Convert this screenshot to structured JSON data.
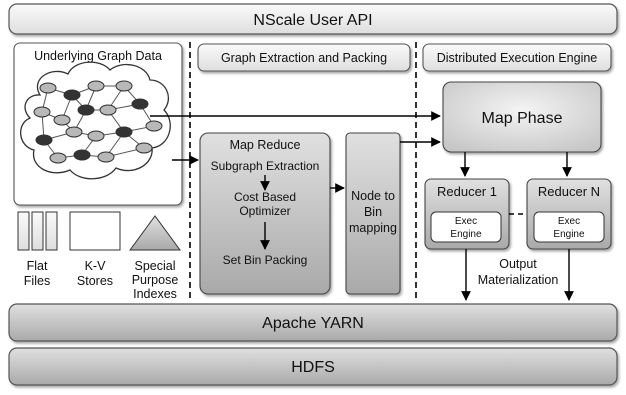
{
  "layers": {
    "top": "NScale User API",
    "yarn": "Apache YARN",
    "hdfs": "HDFS"
  },
  "sections": {
    "graph_data": "Underlying Graph Data",
    "extraction": "Graph Extraction and Packing",
    "engine": "Distributed Execution Engine"
  },
  "map_reduce": {
    "title": "Map Reduce",
    "step1": "Subgraph Extraction",
    "step2_line1": "Cost Based",
    "step2_line2": "Optimizer",
    "step3": "Set Bin Packing"
  },
  "node_to_bin": {
    "line1": "Node to",
    "line2": "Bin",
    "line3": "mapping"
  },
  "map_phase": "Map Phase",
  "reducers": [
    {
      "label": "Reducer 1",
      "exec_line1": "Exec",
      "exec_line2": "Engine"
    },
    {
      "label": "Reducer N",
      "exec_line1": "Exec",
      "exec_line2": "Engine"
    }
  ],
  "output": {
    "line1": "Output",
    "line2": "Materialization"
  },
  "storage": [
    {
      "line1": "Flat",
      "line2": "Files",
      "line3": ""
    },
    {
      "line1": "K-V",
      "line2": "Stores",
      "line3": ""
    },
    {
      "line1": "Special",
      "line2": "Purpose",
      "line3": "Indexes"
    }
  ],
  "colors": {
    "box_light": "#f2f2f2",
    "box_dark": "#c8c8c8",
    "border": "#444444",
    "node_dark": "#333333",
    "node_light": "#b8b8b8"
  }
}
